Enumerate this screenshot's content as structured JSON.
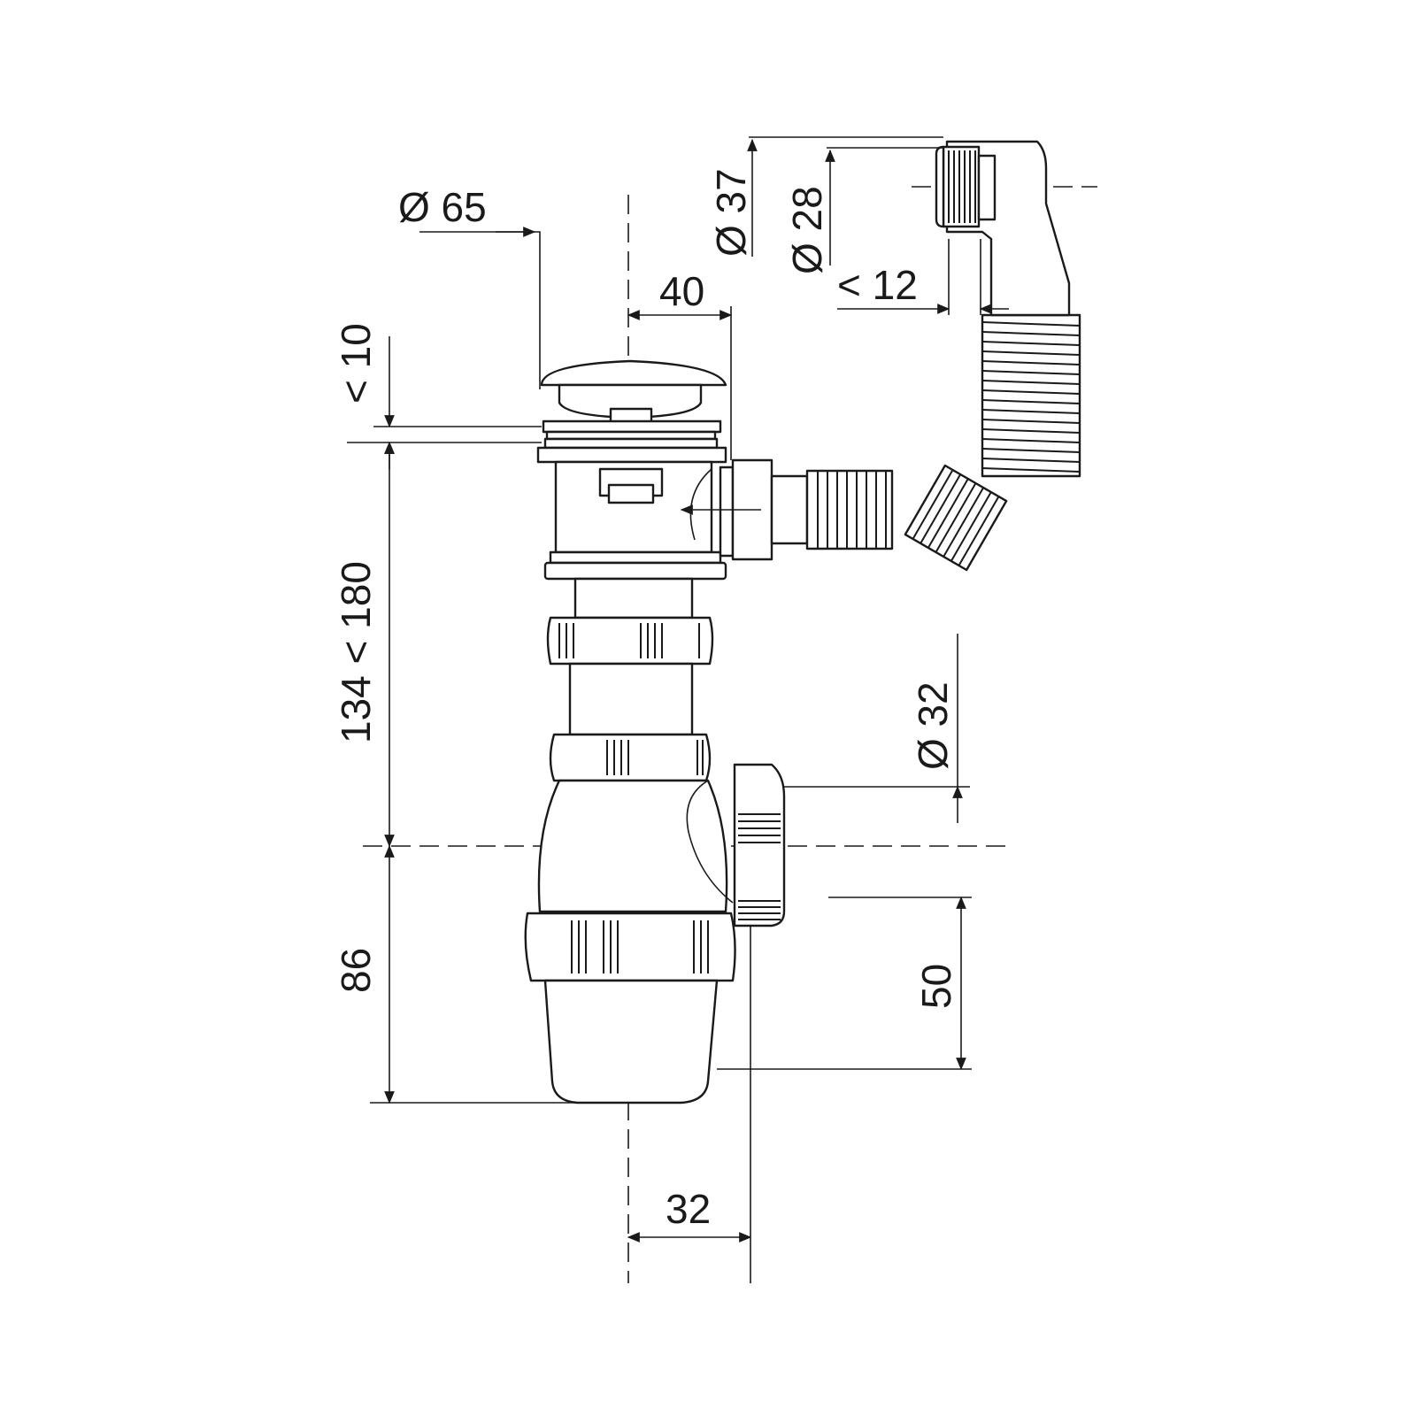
{
  "diagram": {
    "dimensions": {
      "top_diameter": "Ø 65",
      "offset_40": "40",
      "overflow_diameter_37": "Ø 37",
      "overflow_diameter_28": "Ø 28",
      "overflow_max_12": "< 12",
      "height_max_10": "< 10",
      "height_range": "134 < 180",
      "outlet_diameter": "Ø 32",
      "depth_86": "86",
      "height_50": "50",
      "offset_32": "32"
    }
  }
}
